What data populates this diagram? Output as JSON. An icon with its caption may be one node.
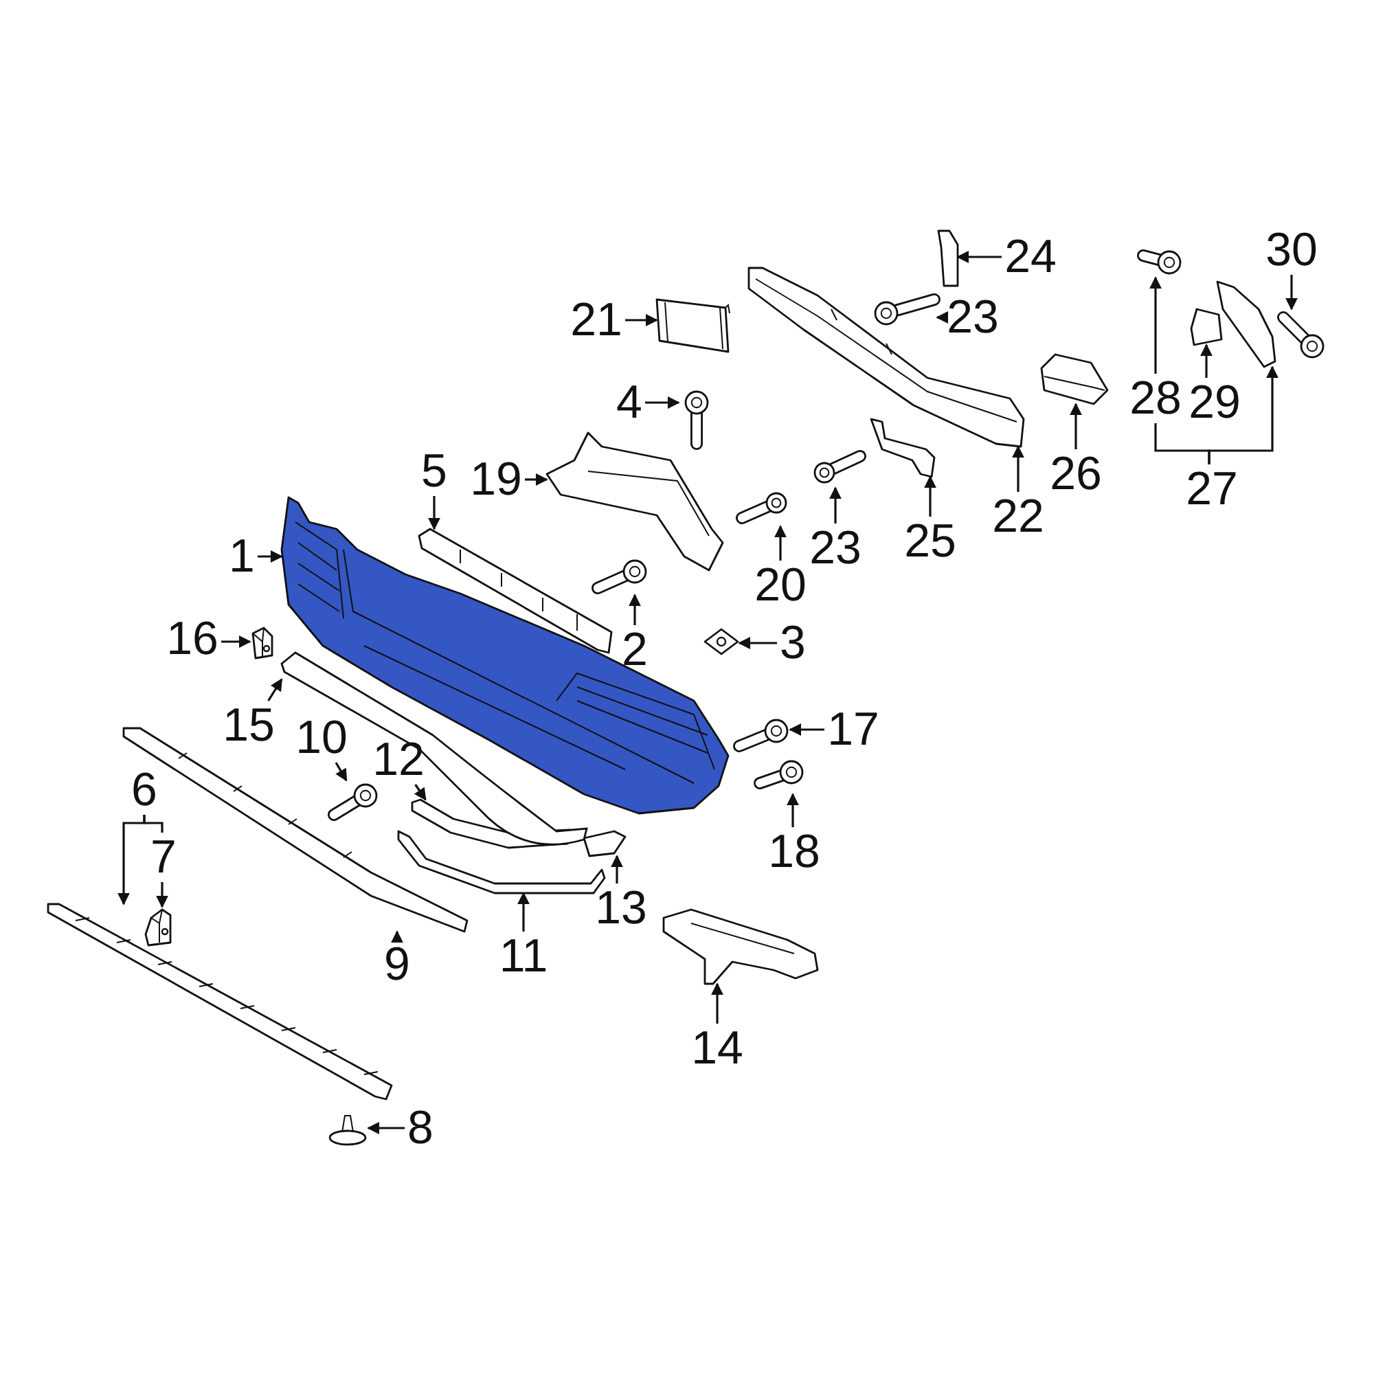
{
  "diagram": {
    "nodes": [
      {
        "text": [
          "1"
        ]
      },
      {
        "text": [],
        "shape": "picture"
      },
      {
        "text": [
          "2"
        ]
      },
      {
        "text": [],
        "shape": "picture"
      },
      {
        "text": [
          "3"
        ]
      },
      {
        "text": [],
        "shape": "picture"
      },
      {
        "text": [
          "4"
        ]
      },
      {
        "text": [],
        "shape": "picture"
      },
      {
        "text": [
          "5"
        ]
      },
      {
        "text": [],
        "shape": "picture"
      },
      {
        "text": [
          "6"
        ]
      },
      {
        "text": [],
        "shape": "picture"
      },
      {
        "text": [
          "7"
        ]
      },
      {
        "text": [],
        "shape": "picture"
      },
      {
        "text": [
          "8"
        ]
      },
      {
        "text": [],
        "shape": "picture"
      },
      {
        "text": [
          "9"
        ]
      },
      {
        "text": [],
        "shape": "picture"
      },
      {
        "text": [
          "10"
        ]
      },
      {
        "text": [],
        "shape": "picture"
      },
      {
        "text": [
          "11"
        ]
      },
      {
        "text": [],
        "shape": "picture"
      },
      {
        "text": [
          "12"
        ]
      },
      {
        "text": [],
        "shape": "picture"
      },
      {
        "text": [
          "13"
        ]
      },
      {
        "text": [],
        "shape": "picture"
      },
      {
        "text": [
          "14"
        ]
      },
      {
        "text": [],
        "shape": "picture"
      },
      {
        "text": [
          "15"
        ]
      },
      {
        "text": [],
        "shape": "picture"
      },
      {
        "text": [
          "16"
        ]
      },
      {
        "text": [],
        "shape": "picture"
      },
      {
        "text": [
          "17"
        ]
      },
      {
        "text": [],
        "shape": "picture"
      },
      {
        "text": [
          "18"
        ]
      },
      {
        "text": [],
        "shape": "picture"
      },
      {
        "text": [
          "19"
        ]
      },
      {
        "text": [],
        "shape": "picture"
      },
      {
        "text": [
          "20"
        ]
      },
      {
        "text": [],
        "shape": "picture"
      },
      {
        "text": [
          "21"
        ]
      },
      {
        "text": [],
        "shape": "picture"
      },
      {
        "text": [
          "22"
        ]
      },
      {
        "text": [],
        "shape": "picture"
      },
      {
        "text": [
          "23"
        ]
      },
      {
        "text": [],
        "shape": "picture"
      },
      {
        "text": [
          "23"
        ]
      },
      {
        "text": [],
        "shape": "picture"
      },
      {
        "text": [
          "24"
        ]
      },
      {
        "text": [],
        "shape": "picture"
      },
      {
        "text": [
          "25"
        ]
      },
      {
        "text": [],
        "shape": "picture"
      },
      {
        "text": [
          "26"
        ]
      },
      {
        "text": [],
        "shape": "picture"
      },
      {
        "text": [
          "27"
        ]
      },
      {
        "text": [],
        "shape": "picture"
      },
      {
        "text": [
          "28"
        ]
      },
      {
        "text": [],
        "shape": "picture"
      },
      {
        "text": [
          "29"
        ]
      },
      {
        "text": [],
        "shape": "picture"
      },
      {
        "text": [
          "30"
        ]
      },
      {
        "text": [],
        "shape": "picture"
      }
    ],
    "edges": [
      {
        "from": 0,
        "to": 1,
        "arrow": "to"
      },
      {
        "from": 2,
        "to": 3,
        "arrow": "to"
      },
      {
        "from": 4,
        "to": 5,
        "arrow": "to"
      },
      {
        "from": 6,
        "to": 7,
        "arrow": "to"
      },
      {
        "from": 8,
        "to": 9,
        "arrow": "to"
      },
      {
        "from": 10,
        "to": 11,
        "arrow": "to"
      },
      {
        "from": 10,
        "to": 12,
        "arrow": "none"
      },
      {
        "from": 12,
        "to": 13,
        "arrow": "to"
      },
      {
        "from": 14,
        "to": 15,
        "arrow": "to"
      },
      {
        "from": 16,
        "to": 17,
        "arrow": "to"
      },
      {
        "from": 18,
        "to": 19,
        "arrow": "to"
      },
      {
        "from": 20,
        "to": 21,
        "arrow": "to"
      },
      {
        "from": 22,
        "to": 23,
        "arrow": "to"
      },
      {
        "from": 24,
        "to": 25,
        "arrow": "to"
      },
      {
        "from": 26,
        "to": 27,
        "arrow": "to"
      },
      {
        "from": 28,
        "to": 29,
        "arrow": "to"
      },
      {
        "from": 30,
        "to": 31,
        "arrow": "to"
      },
      {
        "from": 32,
        "to": 33,
        "arrow": "to"
      },
      {
        "from": 34,
        "to": 35,
        "arrow": "to"
      },
      {
        "from": 36,
        "to": 37,
        "arrow": "to"
      },
      {
        "from": 38,
        "to": 39,
        "arrow": "to"
      },
      {
        "from": 40,
        "to": 41,
        "arrow": "to"
      },
      {
        "from": 42,
        "to": 43,
        "arrow": "to"
      },
      {
        "from": 44,
        "to": 45,
        "arrow": "to"
      },
      {
        "from": 46,
        "to": 47,
        "arrow": "to"
      },
      {
        "from": 48,
        "to": 49,
        "arrow": "to"
      },
      {
        "from": 50,
        "to": 51,
        "arrow": "to"
      },
      {
        "from": 52,
        "to": 53,
        "arrow": "to"
      },
      {
        "from": 54,
        "to": 55,
        "arrow": "to"
      },
      {
        "from": 54,
        "to": 56,
        "arrow": "none"
      },
      {
        "from": 56,
        "to": 57,
        "arrow": "to"
      },
      {
        "from": 58,
        "to": 59,
        "arrow": "to"
      },
      {
        "from": 60,
        "to": 61,
        "arrow": "to"
      }
    ]
  }
}
